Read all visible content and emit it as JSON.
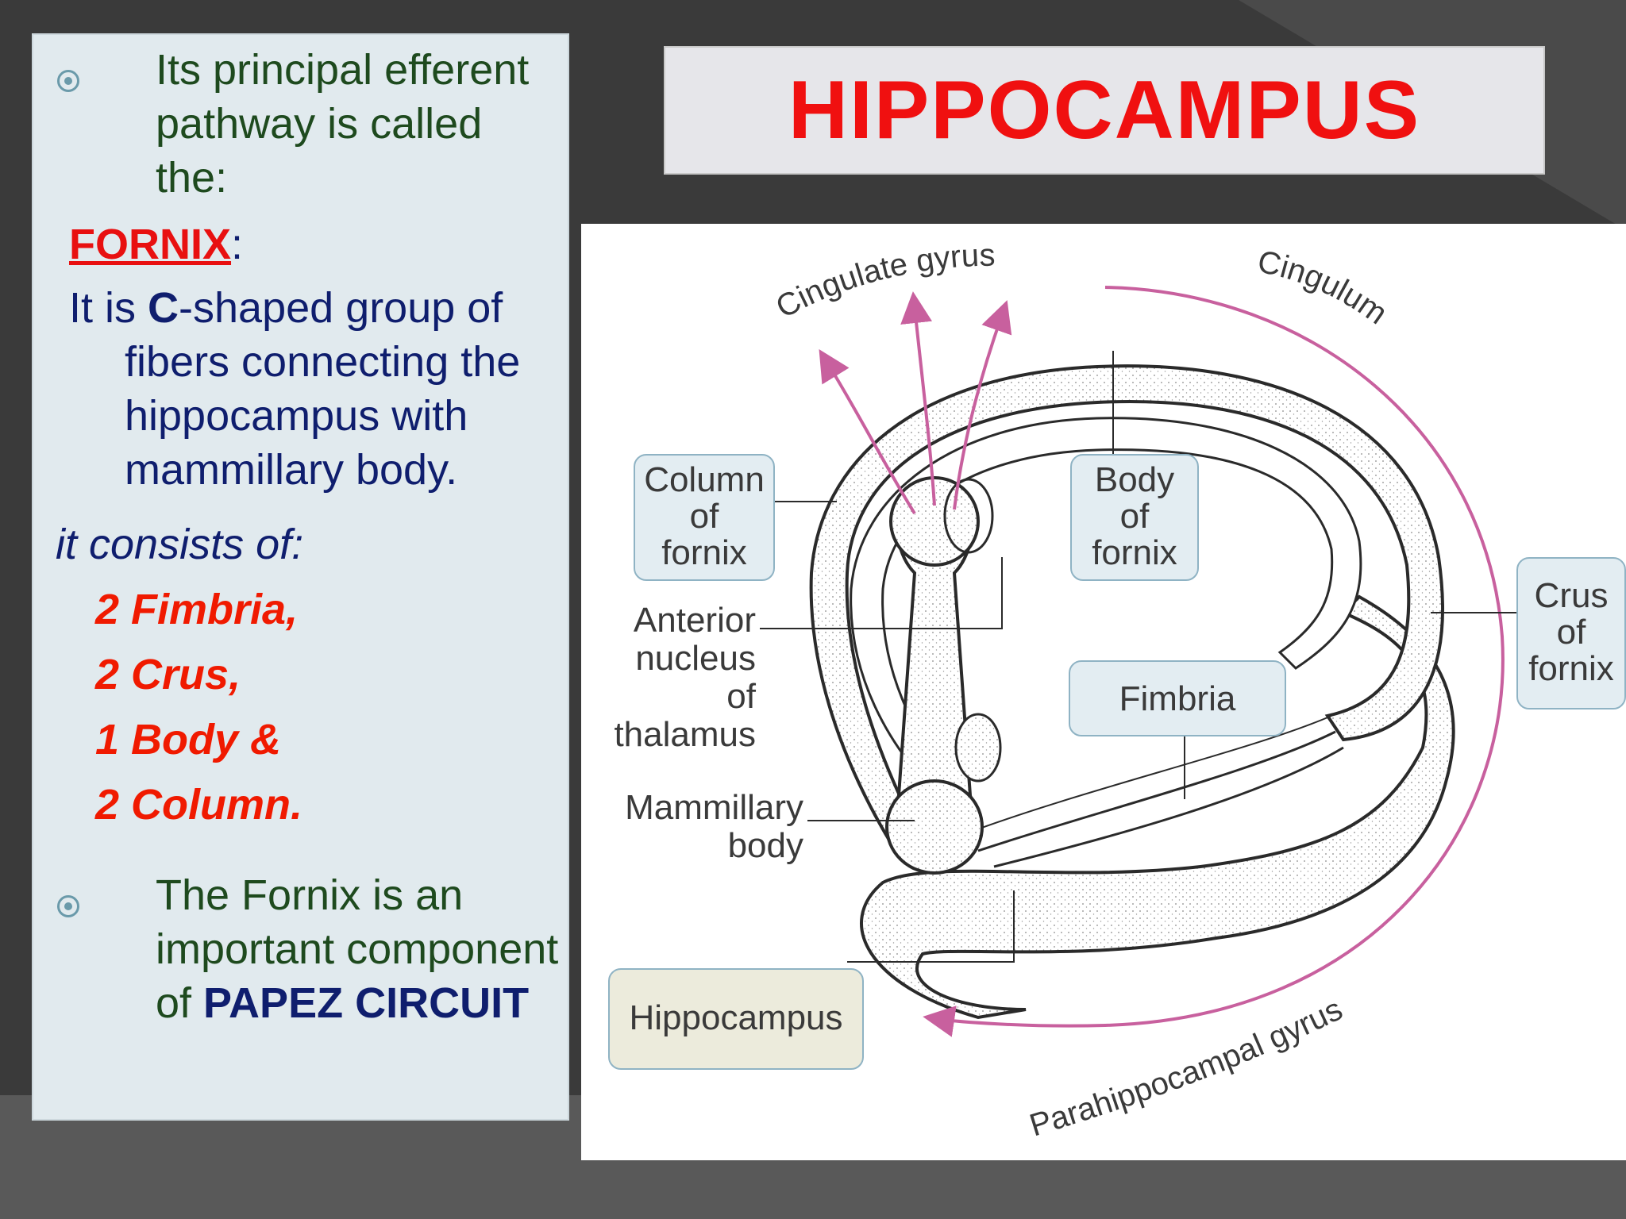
{
  "title": "HIPPOCAMPUS",
  "left": {
    "bullet1": [
      "Its principal efferent",
      "pathway is called",
      "the:"
    ],
    "fornix_label": "FORNIX",
    "fornix_colon": ":",
    "desc_pre": "It is ",
    "desc_bold": "C",
    "desc_post": "-shaped group of",
    "desc_lines": [
      "fibers connecting the",
      "hippocampus with",
      "mammillary body."
    ],
    "consists": "it consists of:",
    "parts": [
      "2 Fimbria,",
      "2 Crus,",
      "1 Body &",
      "2 Column."
    ],
    "bullet2": [
      "The Fornix is an",
      "important component"
    ],
    "bullet2_last_pre": "of ",
    "bullet2_last_bold": "PAPEZ CIRCUIT"
  },
  "diagram": {
    "cingulate_gyrus": "Cingulate gyrus",
    "cingulum": "Cingulum",
    "column_of_fornix": [
      "Column",
      "of",
      "fornix"
    ],
    "body_of_fornix": [
      "Body",
      "of",
      "fornix"
    ],
    "crus_of_fornix": [
      "Crus",
      "of",
      "fornix"
    ],
    "anterior_nucleus": [
      "Anterior",
      "nucleus of",
      "thalamus"
    ],
    "fimbria": "Fimbria",
    "mammillary_body": [
      "Mammillary",
      "body"
    ],
    "hippocampus": "Hippocampus",
    "parahippocampal_gyrus": "Parahippocampal gyrus"
  },
  "colors": {
    "title_red": "#f01010",
    "arrow_pink": "#c8609e",
    "label_box_fill": "#e3edf2",
    "hippocampus_box_fill": "#ecebdc"
  }
}
